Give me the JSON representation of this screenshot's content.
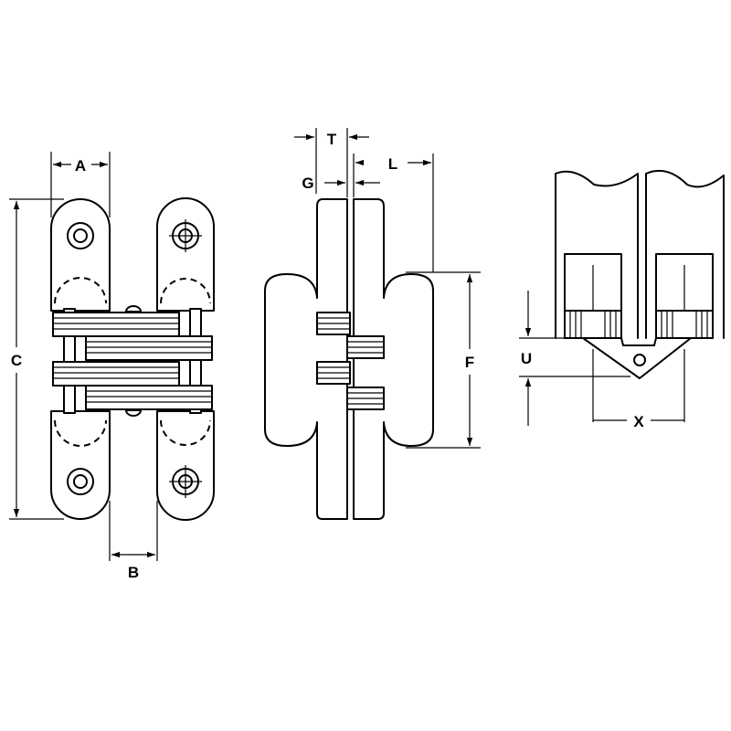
{
  "dimensions": {
    "a": "A",
    "b": "B",
    "c": "C",
    "f": "F",
    "g": "G",
    "l": "L",
    "t": "T",
    "u": "U",
    "x": "X"
  },
  "colors": {
    "line": "#000000",
    "background": "#ffffff"
  }
}
